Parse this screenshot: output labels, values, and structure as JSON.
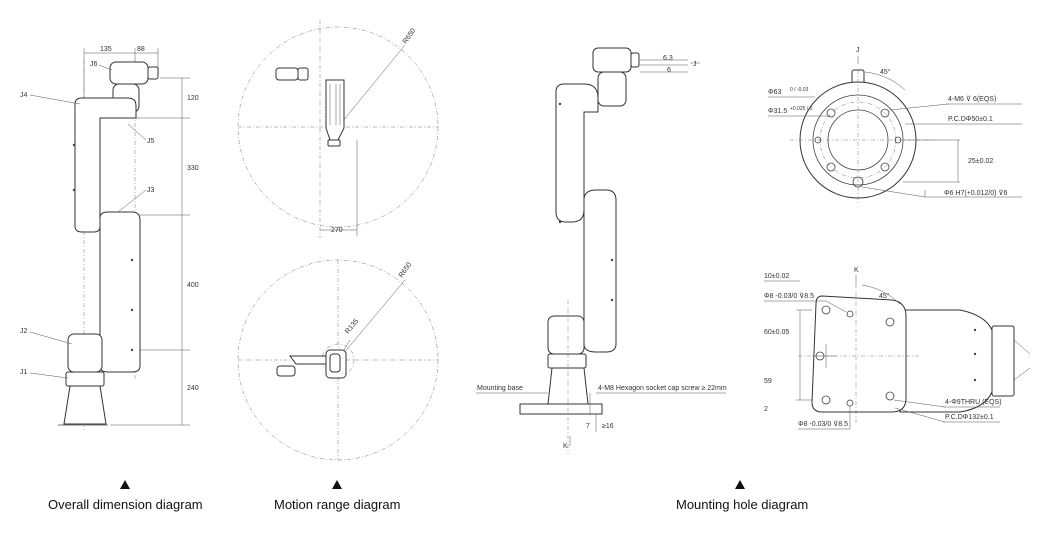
{
  "captions": {
    "overall": "Overall dimension diagram",
    "motion": "Motion range diagram",
    "mounting": "Mounting hole diagram"
  },
  "overall": {
    "dim_135": "135",
    "dim_88": "88",
    "dim_120": "120",
    "dim_330": "330",
    "dim_400": "400",
    "dim_240": "240",
    "j6": "J6",
    "j4": "J4",
    "j5": "J5",
    "j3": "J3",
    "j2": "J2",
    "j1": "J1"
  },
  "motion": {
    "r650_top": "R650",
    "dim_270": "270",
    "r650_bottom": "R650",
    "r135": "R135"
  },
  "side": {
    "dim_63": "6.3",
    "dim_6": "6",
    "j": "J",
    "mounting_base": "Mounting base",
    "screw_note": "4-M8 Hexagon socket cap screw ≥ 22mm",
    "dim_7": "7",
    "dim_16": "≥16",
    "k": "K"
  },
  "top_view": {
    "j": "J",
    "angle": "45°",
    "phi63": "Φ63",
    "phi63_tol": "0 / -0.03",
    "phi31_5": "Φ31.5",
    "phi31_5_tol": "+0.025 / 0",
    "m6": "4-M6 ⊽ 6(EQS)",
    "pcd50": "P.C.DΦ50±0.1",
    "dim_25": "25±0.02",
    "phi6": "Φ6 H7(+0.012/0) ⊽6"
  },
  "base_view": {
    "k": "K",
    "dim_10": "10±0.02",
    "phi8_top": "Φ8 -0.03/0 ⊽8.5",
    "angle": "45°",
    "dim_60": "60±0.05",
    "dim_59": "59",
    "dim_2": "2",
    "thru": "4-Φ9THRU (EQS)",
    "pcd132": "P.C.DΦ132±0.1",
    "phi8_bottom": "Φ8 -0.03/0 ⊽8.5"
  }
}
